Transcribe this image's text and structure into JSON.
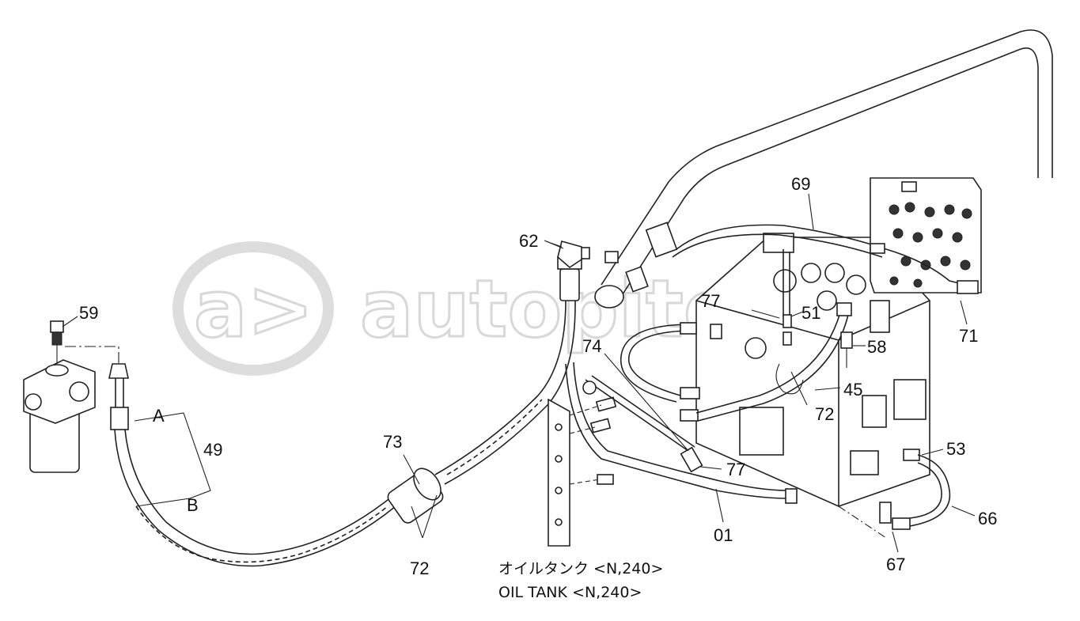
{
  "watermark": {
    "text": "autopiter.ru",
    "logo_glyph": "a>"
  },
  "callouts": {
    "c59": "59",
    "c62": "62",
    "c69": "69",
    "c71": "71",
    "c77a": "77",
    "c51": "51",
    "c74": "74",
    "c58": "58",
    "c45": "45",
    "c72a": "72",
    "c53": "53",
    "c49": "49",
    "cA": "A",
    "cB": "B",
    "c73": "73",
    "c77b": "77",
    "c66": "66",
    "c01": "01",
    "c67": "67",
    "c72b": "72"
  },
  "notes": {
    "jp": "オイルタンク <N,240>",
    "en": "OIL TANK <N,240>"
  }
}
